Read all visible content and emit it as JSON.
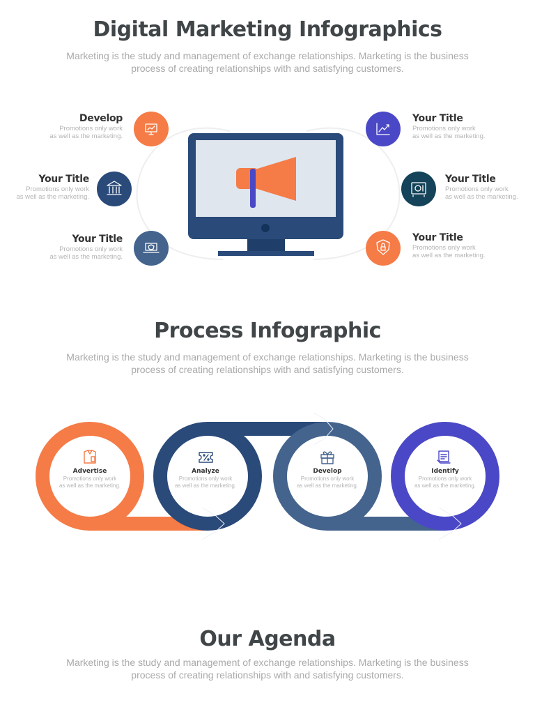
{
  "colors": {
    "orange": "#f57b47",
    "navy": "#2a4a7a",
    "slate": "#44648e",
    "purple": "#4b48c7",
    "teal": "#14435a",
    "title": "#404548",
    "muted": "#a9a9a9"
  },
  "section1": {
    "title": "Digital Marketing Infographics",
    "description": "Marketing is the study and management of exchange relationships. Marketing is the business process of creating relationships with and satisfying customers.",
    "center_icon": "megaphone-in-monitor-icon",
    "items": [
      {
        "title": "Develop",
        "desc_line1": "Promotions only work",
        "desc_line2": "as well as the marketing.",
        "icon": "monitor-icon",
        "color": "#f57b47"
      },
      {
        "title": "Your Title",
        "desc_line1": "Promotions only work",
        "desc_line2": "as well as the marketing.",
        "icon": "bank-icon",
        "color": "#2a4a7a"
      },
      {
        "title": "Your Title",
        "desc_line1": "Promotions only work",
        "desc_line2": "as well as the marketing.",
        "icon": "laptop-shield-icon",
        "color": "#44648e"
      },
      {
        "title": "Your Title",
        "desc_line1": "Promotions only work",
        "desc_line2": "as well as the marketing.",
        "icon": "chart-growth-icon",
        "color": "#4b48c7"
      },
      {
        "title": "Your Title",
        "desc_line1": "Promotions only work",
        "desc_line2": "as well as the marketing.",
        "icon": "safe-icon",
        "color": "#14435a"
      },
      {
        "title": "Your Title",
        "desc_line1": "Promotions only work",
        "desc_line2": "as well as the marketing.",
        "icon": "shield-lock-icon",
        "color": "#f57b47"
      }
    ]
  },
  "section2": {
    "title": "Process Infographic",
    "description": "Marketing is the study and management of exchange relationships. Marketing is the business process of creating relationships with and satisfying customers.",
    "steps": [
      {
        "title": "Advertise",
        "desc_line1": "Promotions only work",
        "desc_line2": "as well as the marketing.",
        "icon": "shirt-tag-icon",
        "color": "#f57b47"
      },
      {
        "title": "Analyze",
        "desc_line1": "Promotions only work",
        "desc_line2": "as well as the marketing.",
        "icon": "discount-ticket-icon",
        "color": "#2a4a7a"
      },
      {
        "title": "Develop",
        "desc_line1": "Promotions only work",
        "desc_line2": "as well as the marketing.",
        "icon": "gift-icon",
        "color": "#44648e"
      },
      {
        "title": "Identify",
        "desc_line1": "Promotions only work",
        "desc_line2": "as well as the marketing.",
        "icon": "document-icon",
        "color": "#4b48c7"
      }
    ]
  },
  "section3": {
    "title": "Our Agenda",
    "description": "Marketing is the study and management of exchange relationships. Marketing is the business process of creating relationships with and satisfying customers."
  }
}
